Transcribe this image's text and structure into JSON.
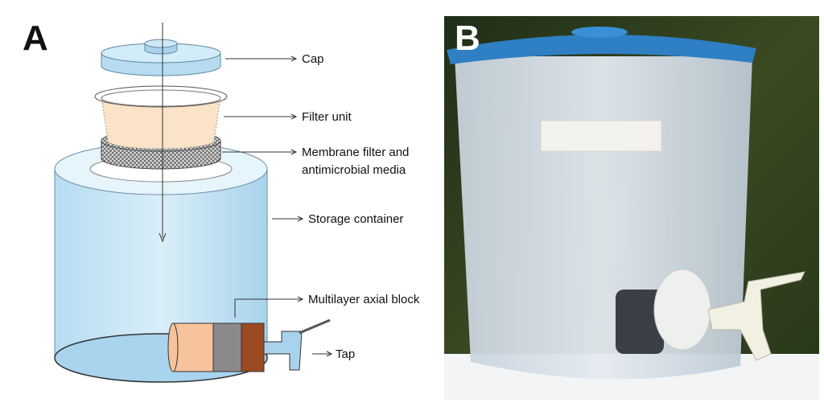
{
  "panels": {
    "a": "A",
    "b": "B"
  },
  "labels": {
    "cap": "Cap",
    "filter_unit": "Filter unit",
    "membrane_1": "Membrane filter and",
    "membrane_2": "antimicrobial media",
    "storage": "Storage container",
    "axial_block": "Multilayer axial block",
    "tap": "Tap"
  },
  "colors": {
    "container": "#cfe9f7",
    "filter_unit": "#fbe3c8",
    "layer1": "#f6c39c",
    "layer2": "#8a8a8a",
    "layer3": "#9c4a22",
    "lid": "#2f7fc4"
  }
}
